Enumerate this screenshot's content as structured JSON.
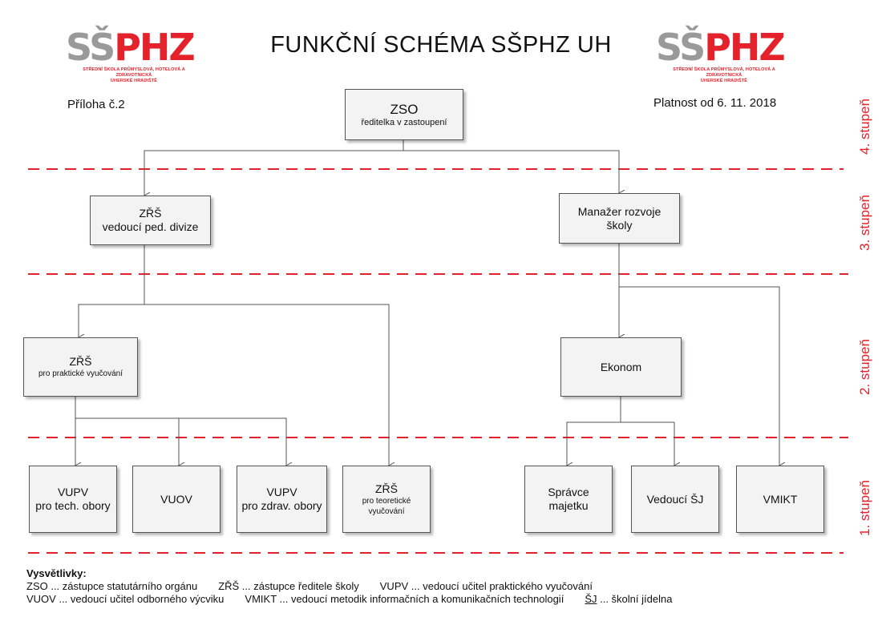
{
  "logo": {
    "text_gray": "SŠ",
    "text_red": "PHZ",
    "subtitle_line1": "STŘEDNÍ ŠKOLA PRŮMYSLOVÁ, HOTELOVÁ A ZDRAVOTNICKÁ",
    "subtitle_line2": "UHERSKÉ HRADIŠTĚ"
  },
  "title": "FUNKČNÍ SCHÉMA SŠPHZ UH",
  "annex": "Příloha č.2",
  "validity": "Platnost od 6. 11. 2018",
  "levels": {
    "l4": "4. stupeň",
    "l3": "3. stupeň",
    "l2": "2. stupeň",
    "l1": "1. stupeň"
  },
  "nodes": {
    "zso": {
      "line1": "ZSO",
      "line2": "ředitelka v zastoupení"
    },
    "zrs_ped": {
      "line1": "ZŘŠ",
      "line2": "vedoucí ped. divize"
    },
    "manazer": {
      "line1": "Manažer rozvoje",
      "line2": "školy"
    },
    "zrs_prak": {
      "line1": "ZŘŠ",
      "line2": "pro praktické vyučování"
    },
    "ekonom": {
      "line1": "Ekonom"
    },
    "vupv_tech": {
      "line1": "VUPV",
      "line2": "pro tech. obory"
    },
    "vuov": {
      "line1": "VUOV"
    },
    "vupv_zdrav": {
      "line1": "VUPV",
      "line2": "pro zdrav. obory"
    },
    "zrs_teor": {
      "line1": "ZŘŠ",
      "line2": "pro teoretické",
      "line3": "vyučování"
    },
    "spravce": {
      "line1": "Správce",
      "line2": "majetku"
    },
    "vedouci_sj": {
      "line1": "Vedoucí ŠJ"
    },
    "vmikt": {
      "line1": "VMIKT"
    }
  },
  "legend": {
    "heading": "Vysvětlivky:",
    "row1": [
      "ZSO ... zástupce statutárního orgánu",
      "ZŘŠ ... zástupce ředitele školy",
      "VUPV ... vedoucí učitel praktického vyučování"
    ],
    "row2": [
      "VUOV ... vedoucí učitel odborného výcviku",
      "VMIKT ... vedoucí metodik informačních a komunikačních technologií"
    ],
    "row2_abbr": "ŠJ",
    "row2_tail": " ... školní jídelna"
  },
  "colors": {
    "accent": "#e3222b",
    "gray_logo": "#9a9a9a",
    "box_fill": "#f3f3f3",
    "line": "#555555"
  }
}
